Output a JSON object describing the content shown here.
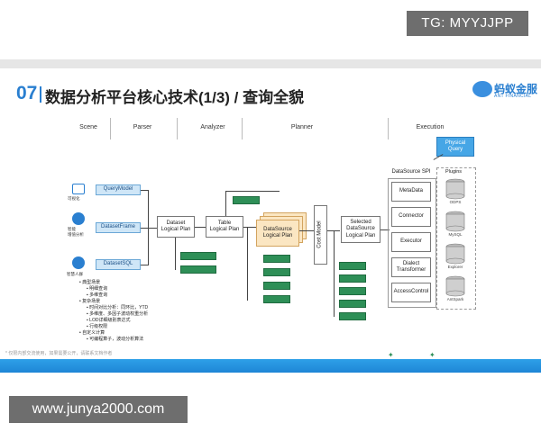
{
  "watermarks": {
    "top": "TG: MYYJJPP",
    "bottom": "www.junya2000.com"
  },
  "header": {
    "number": "07",
    "title": "数据分析平台核心技术(1/3) / 查询全貌",
    "logo_text": "蚂蚁金服",
    "logo_subtext": "ANT FINANCIAL"
  },
  "stages": [
    "Scene",
    "Parser",
    "Analyzer",
    "Planner",
    "Execution"
  ],
  "inputs": [
    {
      "label": "QueryModel",
      "caption": "可视化"
    },
    {
      "label": "DatasetFrame",
      "caption": "智能\n增值分析"
    },
    {
      "label": "DatasetSQL",
      "caption": "智慧人群"
    }
  ],
  "boxes": {
    "dataset_logical": "Dataset\nLogical Plan",
    "table_logical": "Table\nLogical Plan",
    "datasource_logical": "DataSource\nLogical Plan",
    "cost_model": "Cost Model",
    "selected": "Selected\nDataSource\nLogical Plan",
    "datasource_spi": "DataSource SPI",
    "physical_query": "Physical\nQuery",
    "plugins_title": "Plugins"
  },
  "spi_items": [
    "MetaData",
    "Connector",
    "Executor",
    "Dialect\nTransformer",
    "AccessControl"
  ],
  "plugins": [
    "ODPS",
    "MySQL",
    "Explorer",
    "AntSpark"
  ],
  "legend": {
    "heading1": "典型场景",
    "items1": [
      "明细查询",
      "多维查询"
    ],
    "heading2": "复杂场景",
    "items2": [
      "时间对比分析：同环比，YTD",
      "多维度、多因子波动权重分析",
      "LOD详细级别表达式",
      "行级权限"
    ],
    "heading3": "自定义计算",
    "items3": [
      "可编程算子，波动分析算法"
    ]
  },
  "footnote": "* 仅限内部交流使用，如果需要公开，请联系文档作者",
  "colors": {
    "accent": "#2a7fd0",
    "green": "#2e8f57",
    "band": "#1e86d6"
  }
}
